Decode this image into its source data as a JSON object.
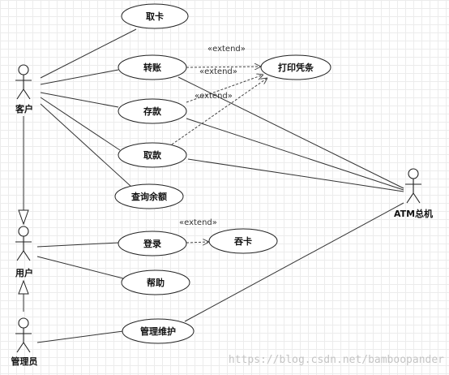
{
  "actors": {
    "customer": "客户",
    "user": "用户",
    "admin": "管理员",
    "atm": "ATM总机"
  },
  "use_cases": {
    "take_card": "取卡",
    "transfer": "转账",
    "print_receipt": "打印凭条",
    "deposit": "存款",
    "withdraw": "取款",
    "query_balance": "查询余额",
    "login": "登录",
    "swallow_card": "吞卡",
    "help": "帮助",
    "maintenance": "管理维护"
  },
  "relations": {
    "extend_1": "«extend»",
    "extend_2": "«extend»",
    "extend_3": "«extend»",
    "extend_4": "«extend»"
  },
  "watermark": "https://blog.csdn.net/bamboopander"
}
